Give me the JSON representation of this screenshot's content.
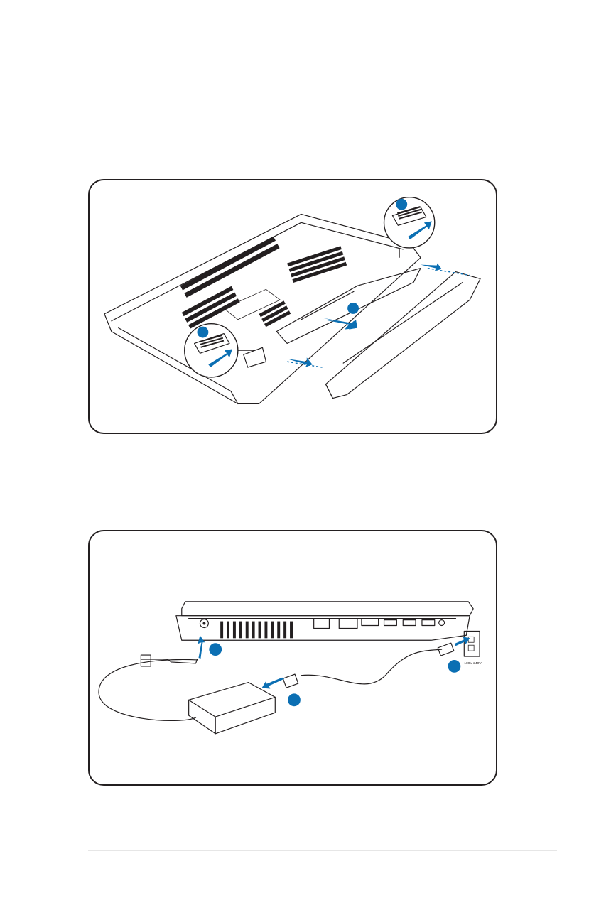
{
  "figures": [
    {
      "id": "battery-install",
      "step_markers": [
        "",
        "",
        ""
      ],
      "colors": {
        "accent": "#0b6fb3",
        "outline": "#231f20"
      }
    },
    {
      "id": "power-connect",
      "step_markers": [
        "",
        "",
        ""
      ],
      "outlet_label": "100V-240V",
      "colors": {
        "accent": "#0b6fb3",
        "outline": "#231f20"
      }
    }
  ]
}
